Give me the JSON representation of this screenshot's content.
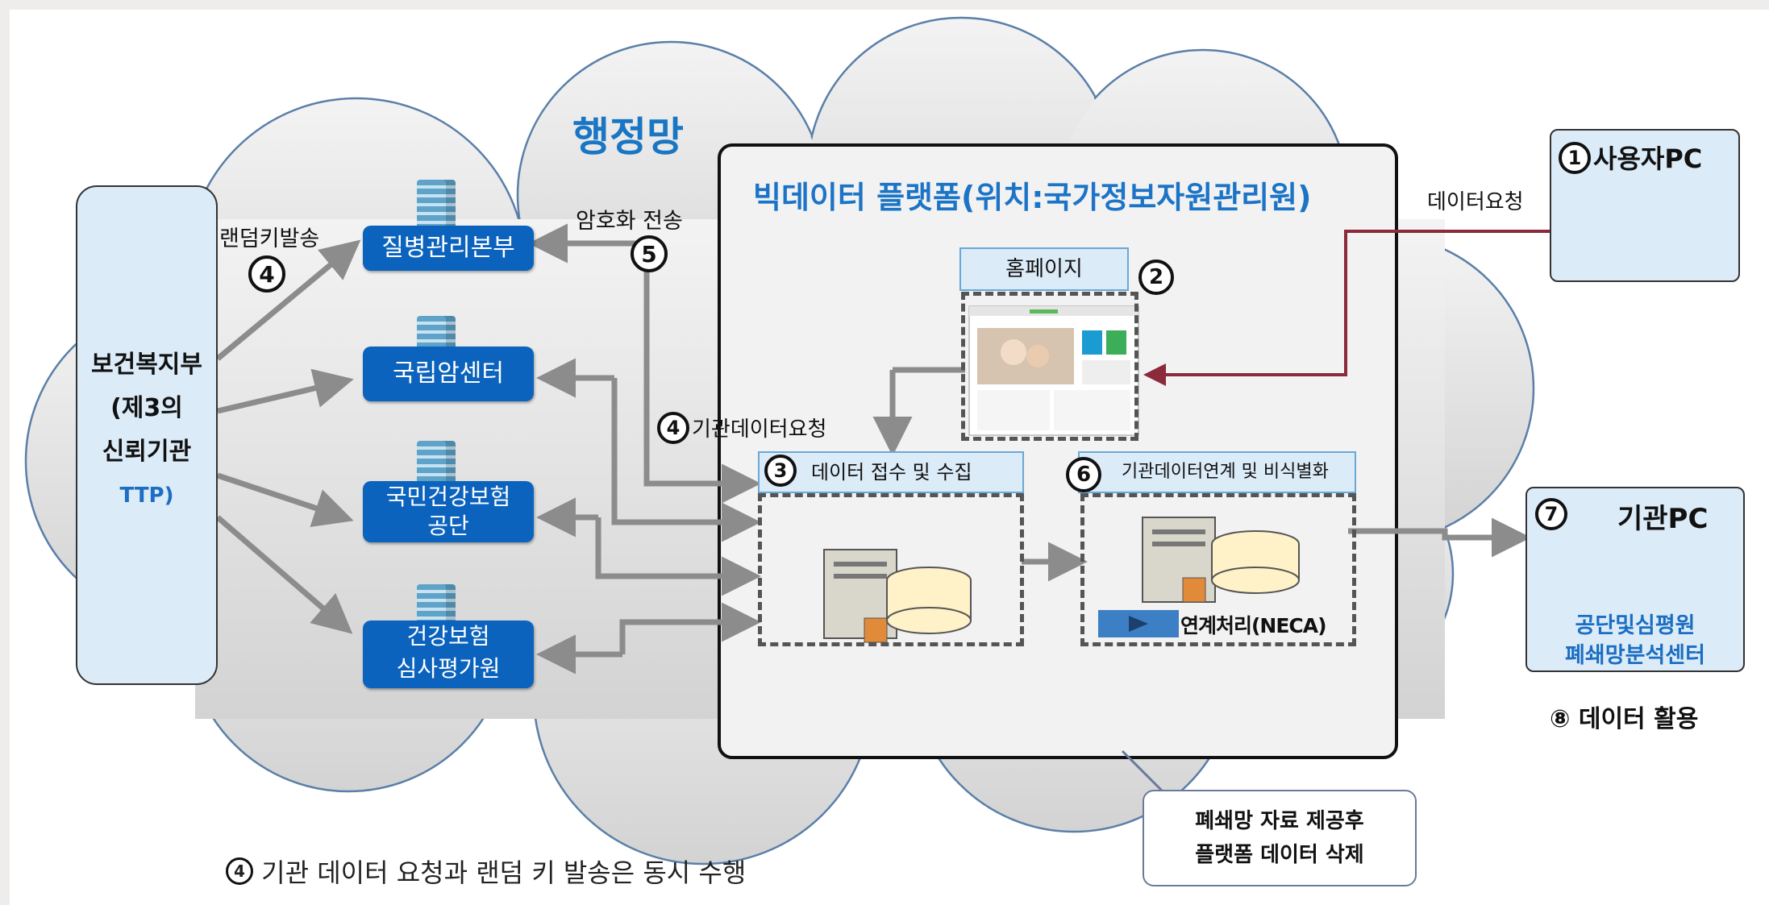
{
  "cloud": {
    "title": "행정망"
  },
  "ministry": {
    "line1": "보건복지부",
    "line2": "(제3의",
    "line3": "신뢰기관",
    "line4": "TTP)"
  },
  "orgs": [
    {
      "label": "질병관리본부"
    },
    {
      "label": "국립암센터"
    },
    {
      "label": "국민건강보험\n공단"
    },
    {
      "label": "건강보험\n심사평가원"
    }
  ],
  "labels": {
    "random_key": "랜덤키발송",
    "encrypted_send": "암호화 전송",
    "org_data_request": "기관데이터요청",
    "data_request": "데이터요청"
  },
  "platform": {
    "title": "빅데이터 플랫폼(위치:국가정보자원관리원)",
    "homepage": "홈페이지",
    "collect": "데이터 접수 및 수집",
    "link": "기관데이터연계 및 비식별화",
    "neca": "연계처리(NECA)"
  },
  "user_pc": {
    "label": "사용자PC"
  },
  "org_pc": {
    "label": "기관PC",
    "line1": "공단및심평원",
    "line2": "폐쇄망분석센터"
  },
  "step8": {
    "circle": "⑧",
    "label": "데이터 활용"
  },
  "callout": {
    "line1": "폐쇄망 자료 제공후",
    "line2": "플랫폼 데이터 삭제"
  },
  "footnote": {
    "num": "4",
    "text": "기관 데이터 요청과 랜덤 키 발송은 동시 수행"
  },
  "steps": {
    "s1": "1",
    "s2": "2",
    "s3": "3",
    "s4a": "4",
    "s4b": "4",
    "s5": "5",
    "s6": "6",
    "s7": "7"
  },
  "colors": {
    "org_blue": "#0b63bd",
    "arrow_gray": "#8c8c8c",
    "request_line": "#8b2a3a",
    "panel_fill": "#dcebf8"
  }
}
